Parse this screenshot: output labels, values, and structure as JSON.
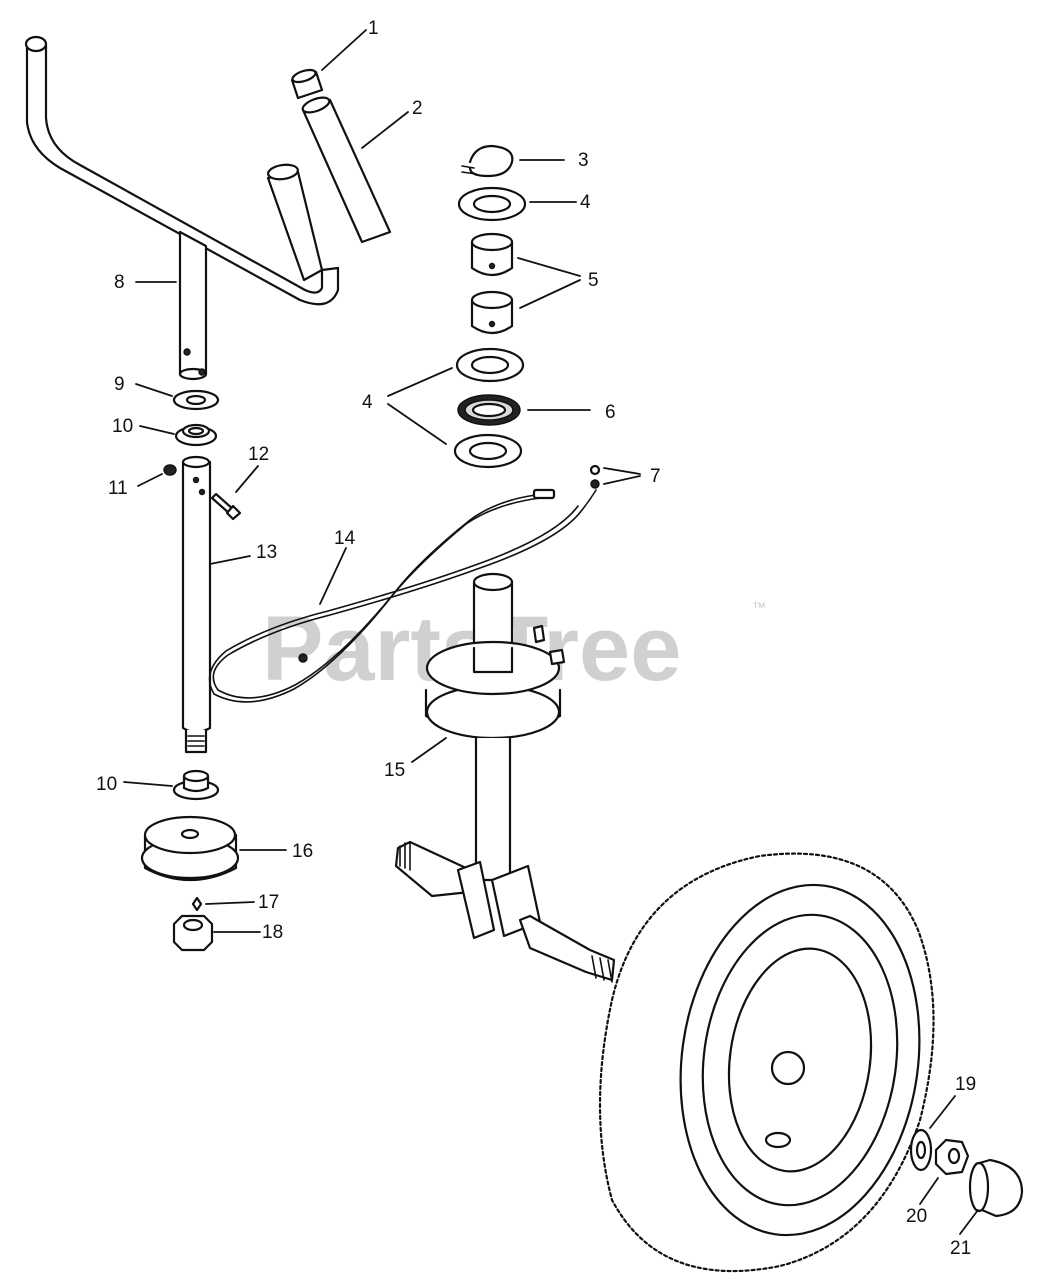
{
  "diagram": {
    "callouts": [
      "1",
      "2",
      "3",
      "4",
      "5",
      "6",
      "7",
      "8",
      "9",
      "10",
      "11",
      "12",
      "13",
      "14",
      "15",
      "16",
      "17",
      "18",
      "19",
      "20",
      "21"
    ],
    "callout_4_repeat": "4",
    "callout_10_repeat": "10"
  },
  "watermark": {
    "text": "PartsTree",
    "trademark": "™"
  }
}
